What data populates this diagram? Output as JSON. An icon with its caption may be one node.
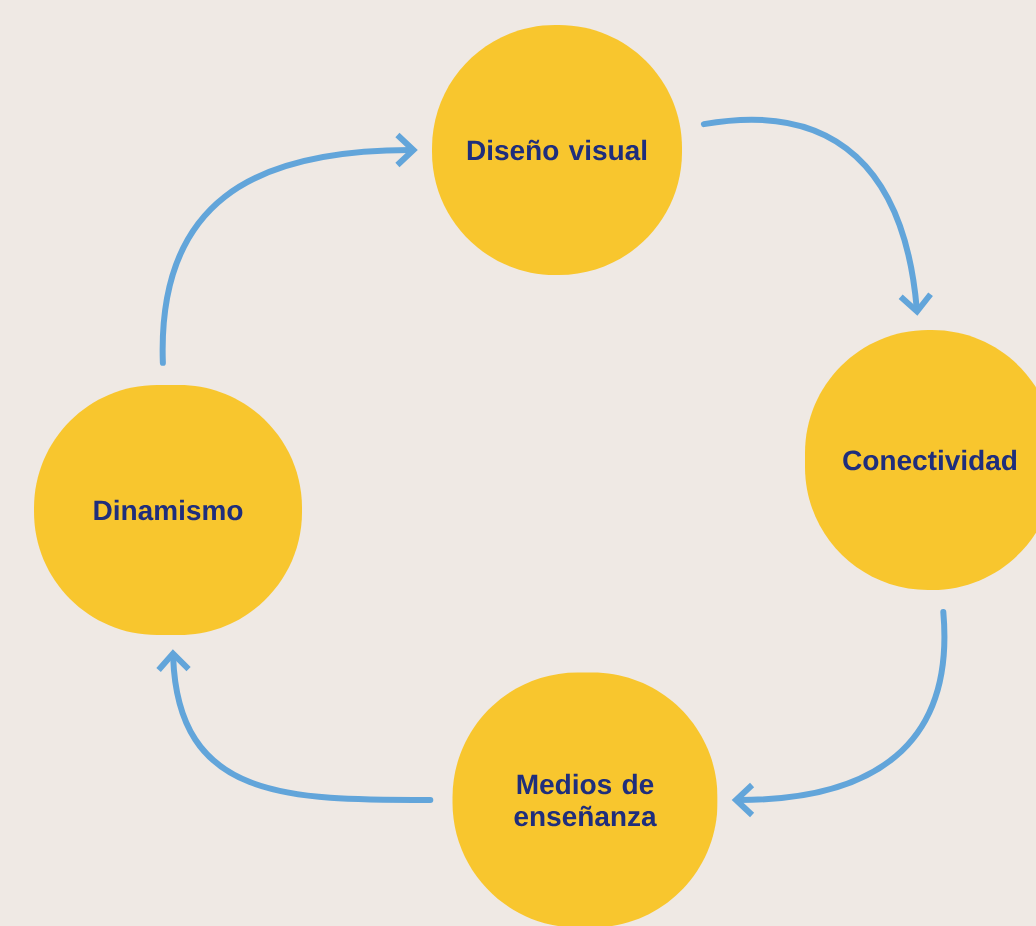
{
  "diagram": {
    "nodes": [
      {
        "text": [
          "Diseño visual"
        ]
      },
      {
        "text": [
          "Conectividad"
        ]
      },
      {
        "text": [
          "Medios de enseñanza"
        ]
      },
      {
        "text": [
          "Dinamismo"
        ]
      }
    ],
    "edges": [
      {
        "from": 0,
        "to": 1,
        "arrow": "to"
      },
      {
        "from": 1,
        "to": 2,
        "arrow": "to"
      },
      {
        "from": 2,
        "to": 3,
        "arrow": "to"
      },
      {
        "from": 3,
        "to": 0,
        "arrow": "to"
      }
    ]
  }
}
